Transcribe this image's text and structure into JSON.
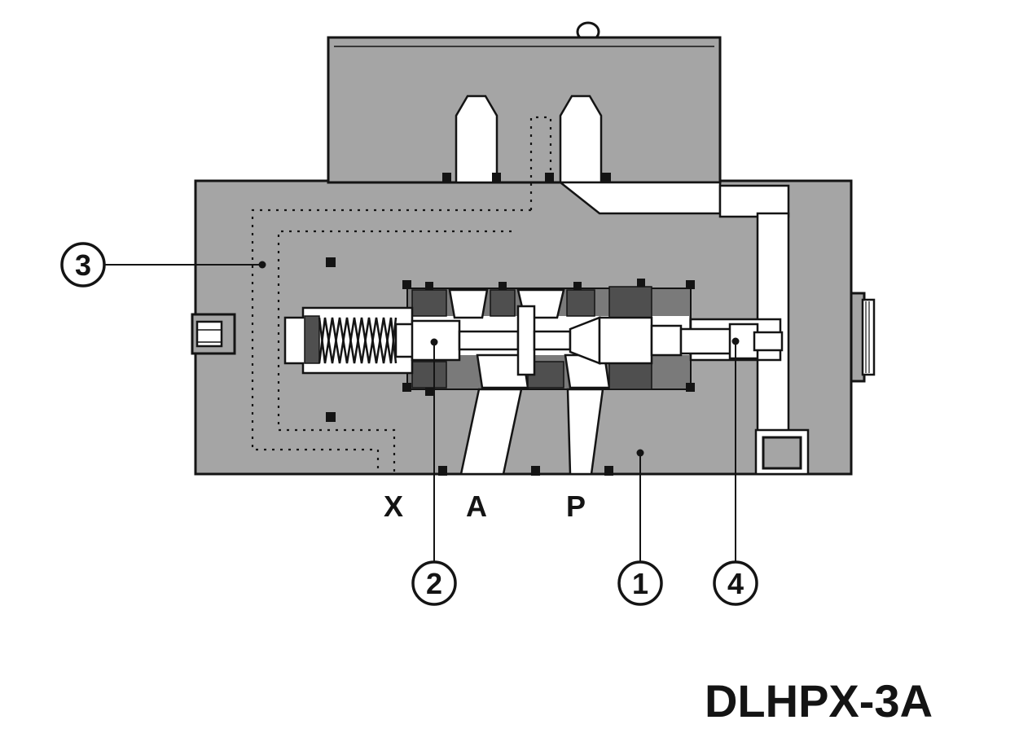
{
  "diagram": {
    "model_label": "DLHPX-3A",
    "port_labels": {
      "x": "X",
      "a": "A",
      "p": "P"
    },
    "callouts": {
      "c1": "1",
      "c2": "2",
      "c3": "3",
      "c4": "4"
    },
    "colors": {
      "background": "#ffffff",
      "body_gray": "#a5a5a5",
      "sleeve_gray": "#7a7a7a",
      "seal_dark": "#4f4f4f",
      "channel_white": "#ffffff",
      "outline": "#141414"
    }
  }
}
